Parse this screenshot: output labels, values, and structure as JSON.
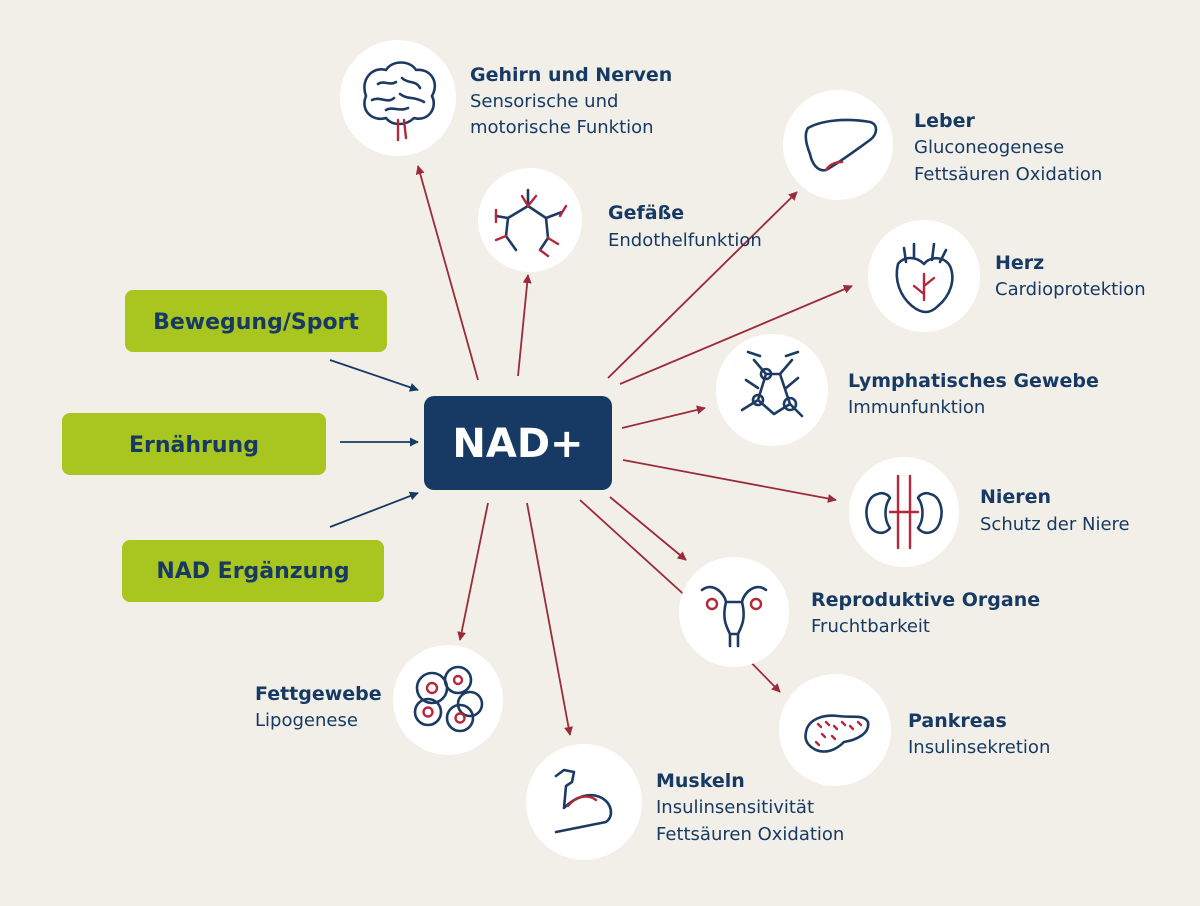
{
  "center": {
    "label": "NAD+"
  },
  "inputs": [
    {
      "id": "bewegung",
      "label": "Bewegung/Sport"
    },
    {
      "id": "ernaehrung",
      "label": "Ernährung"
    },
    {
      "id": "ergaenzung",
      "label": "NAD Ergänzung"
    }
  ],
  "targets": [
    {
      "id": "gehirn",
      "icon": "brain-icon",
      "title": "Gehirn und Nerven",
      "lines": [
        "Sensorische und",
        "motorische Funktion"
      ]
    },
    {
      "id": "gefaesse",
      "icon": "blood-vessels-icon",
      "title": "Gefäße",
      "lines": [
        "Endothelfunktion"
      ]
    },
    {
      "id": "leber",
      "icon": "liver-icon",
      "title": "Leber",
      "lines": [
        "Gluconeogenese",
        "Fettsäuren Oxidation"
      ]
    },
    {
      "id": "herz",
      "icon": "heart-icon",
      "title": "Herz",
      "lines": [
        "Cardioprotektion"
      ]
    },
    {
      "id": "lymph",
      "icon": "lymph-node-icon",
      "title": "Lymphatisches Gewebe",
      "lines": [
        "Immunfunktion"
      ]
    },
    {
      "id": "nieren",
      "icon": "kidney-icon",
      "title": "Nieren",
      "lines": [
        "Schutz der Niere"
      ]
    },
    {
      "id": "repro",
      "icon": "uterus-icon",
      "title": "Reproduktive Organe",
      "lines": [
        "Fruchtbarkeit"
      ]
    },
    {
      "id": "pankreas",
      "icon": "pancreas-icon",
      "title": "Pankreas",
      "lines": [
        "Insulinsekretion"
      ]
    },
    {
      "id": "muskeln",
      "icon": "muscle-arm-icon",
      "title": "Muskeln",
      "lines": [
        "Insulinsensitivität",
        "Fettsäuren Oxidation"
      ]
    },
    {
      "id": "fett",
      "icon": "fat-cells-icon",
      "title": "Fettgewebe",
      "lines": [
        "Lipogenese"
      ]
    }
  ],
  "colors": {
    "background": "#f2efe9",
    "navy": "#163a63",
    "green": "#a8c520",
    "red_arrow": "#9b2b3a",
    "icon_red": "#b5283a"
  }
}
